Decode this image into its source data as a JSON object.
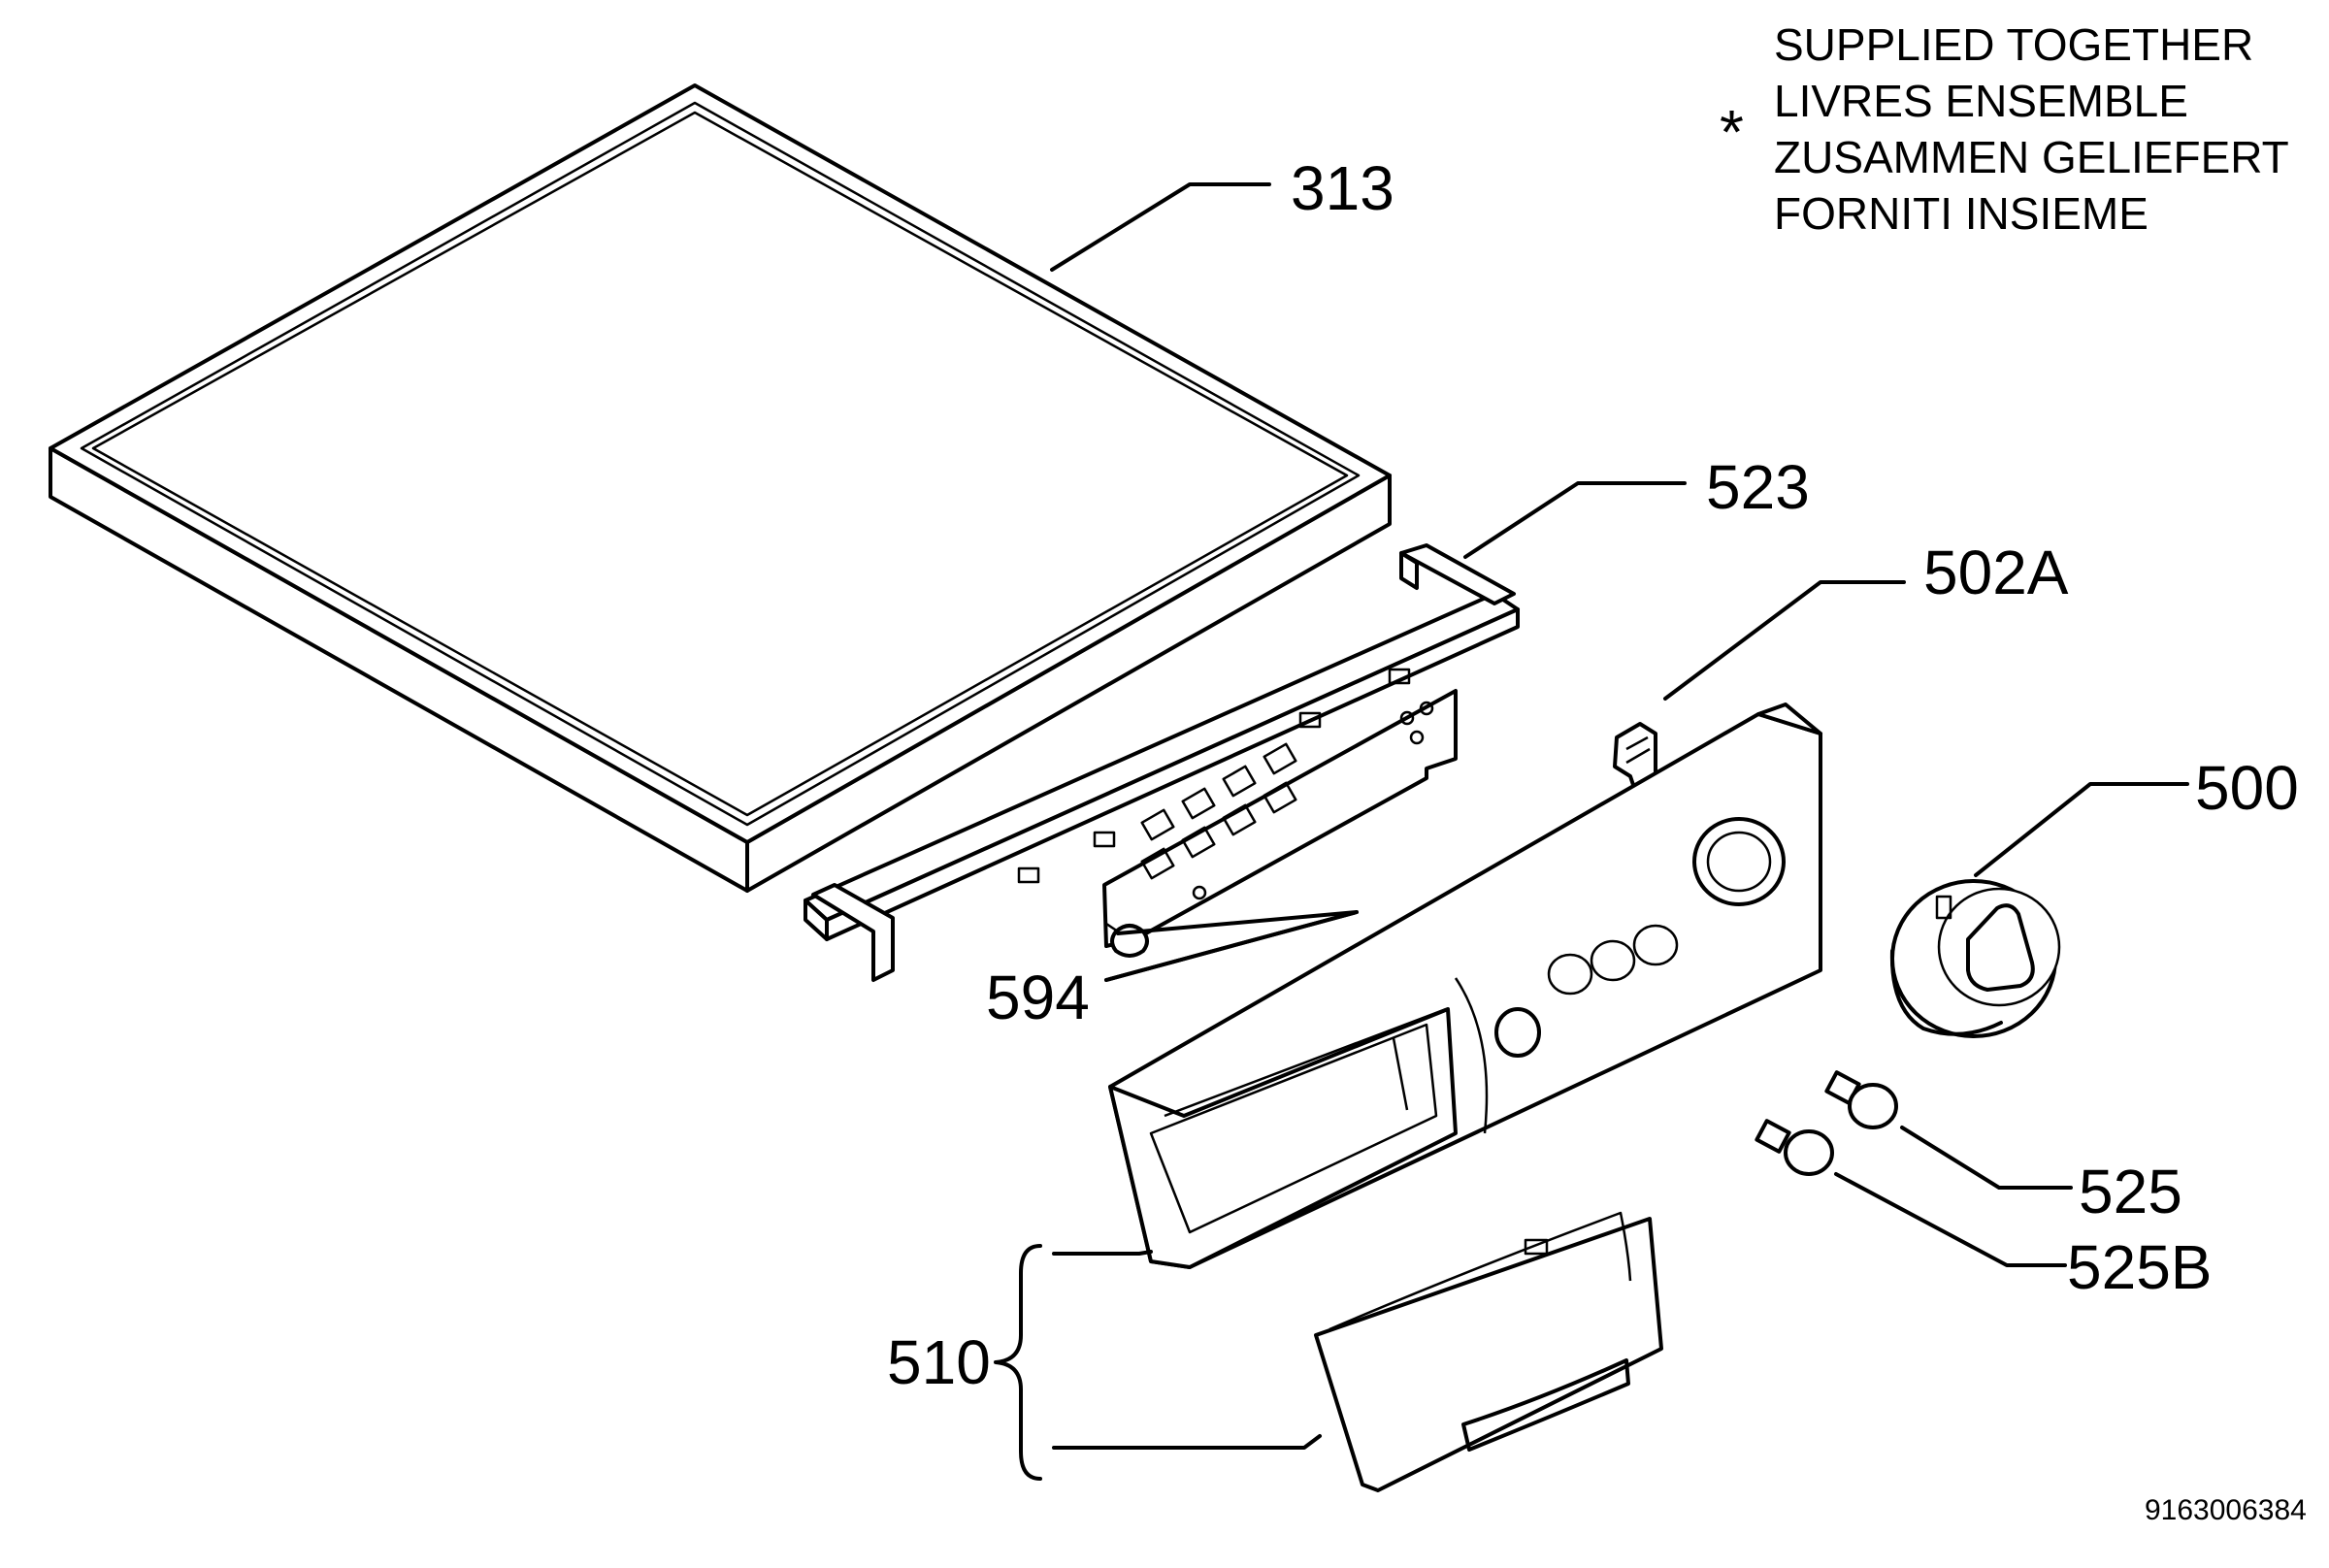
{
  "legend": {
    "asterisk": "*",
    "lines": [
      "SUPPLIED TOGETHER",
      "LIVRES ENSEMBLE",
      "ZUSAMMEN GELIEFERT",
      "FORNITI INSIEME"
    ]
  },
  "parts": {
    "p313": "313",
    "p523": "523",
    "p502a": "502A",
    "p500": "500",
    "p594": "594",
    "p525": "525",
    "p525b": "525B",
    "p510": "510"
  },
  "doc_number": "9163006384"
}
